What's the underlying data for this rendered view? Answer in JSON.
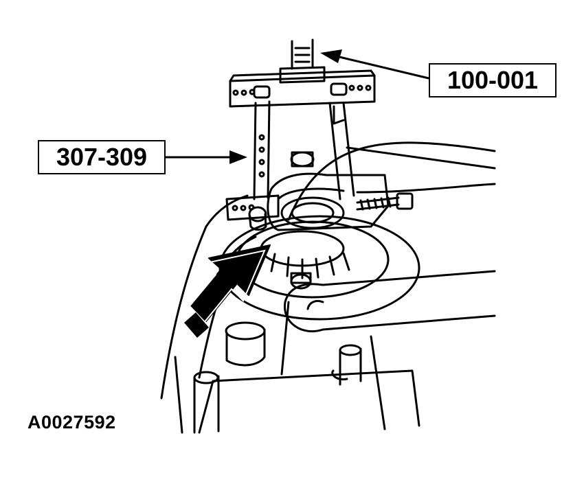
{
  "callouts": {
    "top_tool": "100-001",
    "side_tool": "307-309"
  },
  "figure_id": "A0027592",
  "colors": {
    "line": "#000000",
    "background": "#ffffff"
  }
}
